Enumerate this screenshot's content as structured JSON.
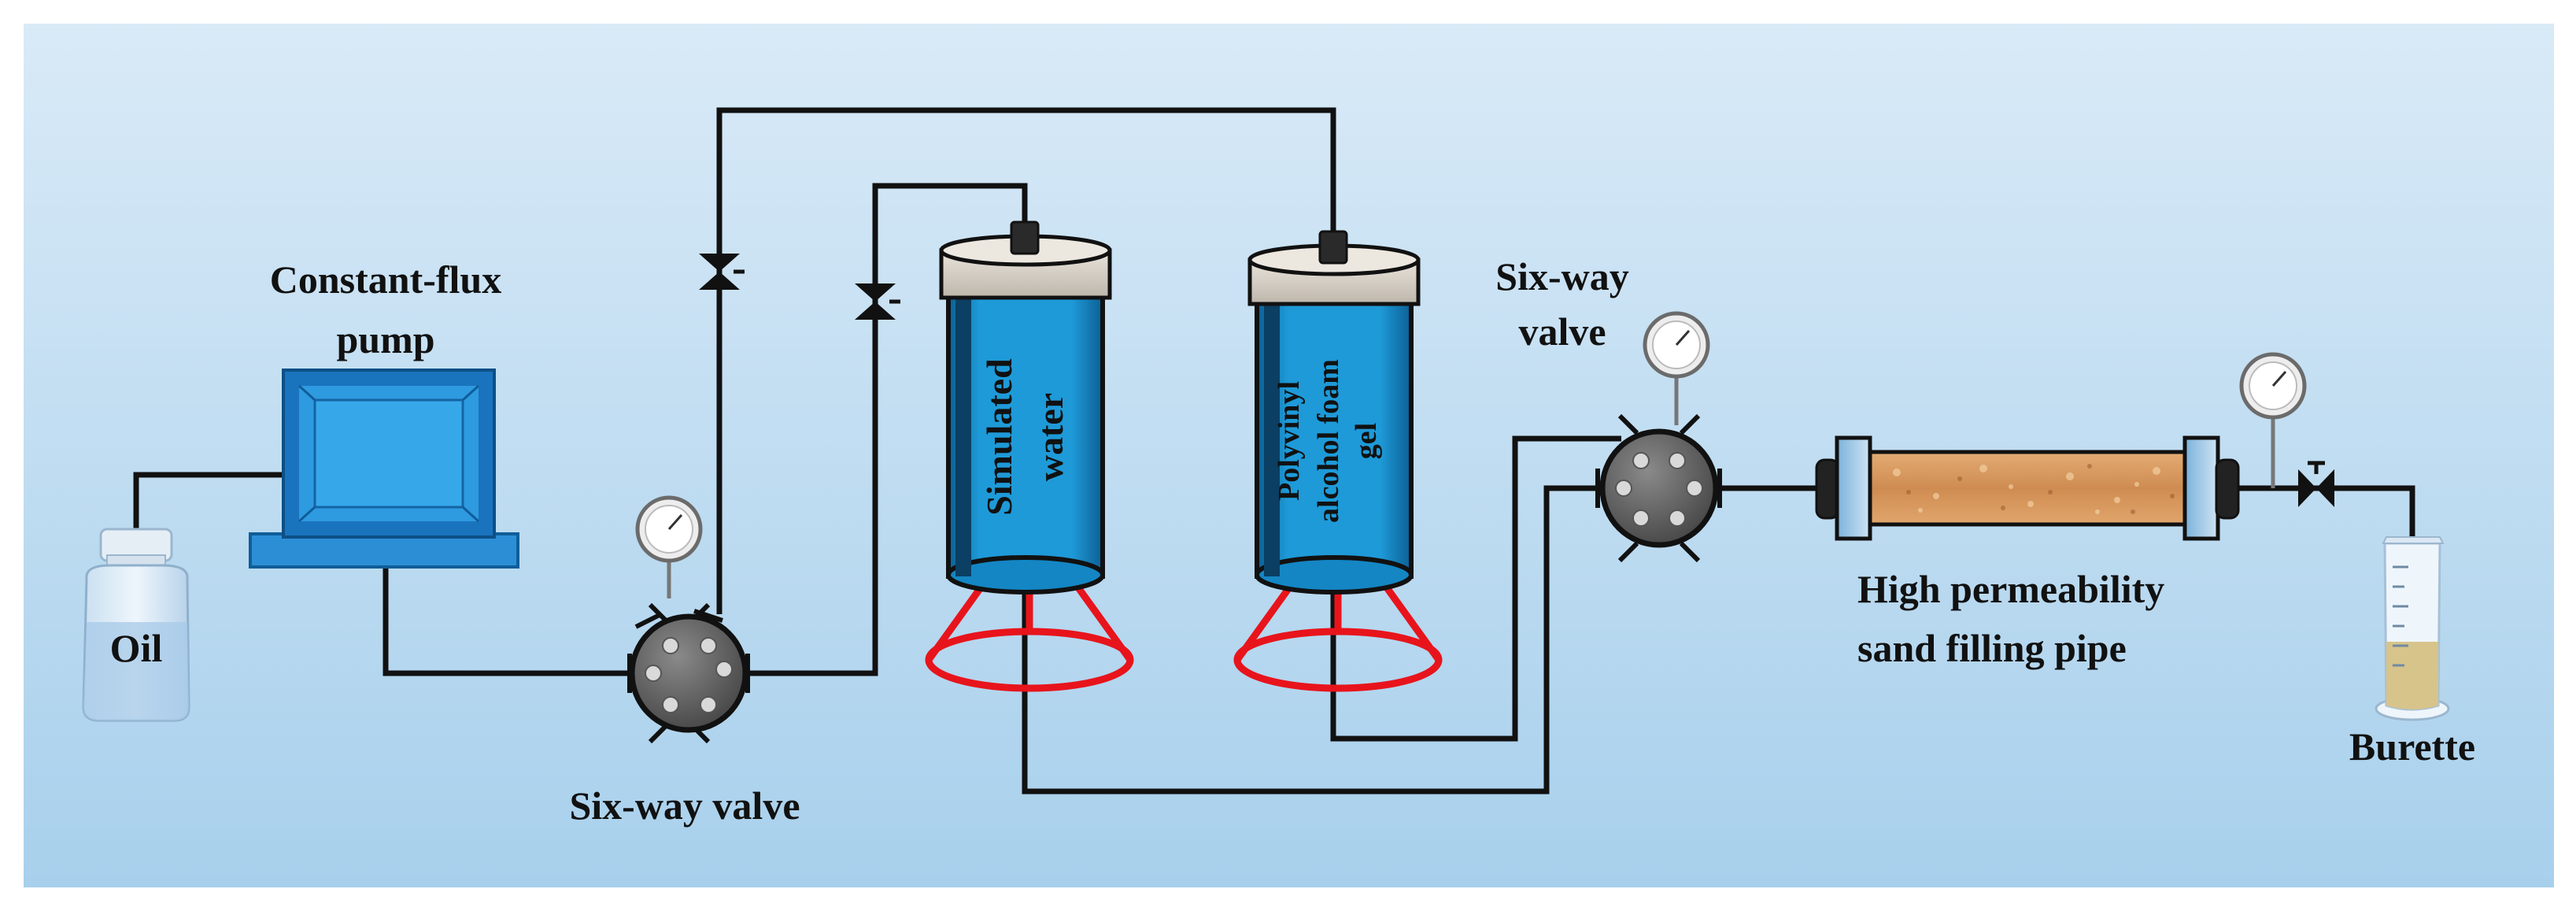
{
  "labels": {
    "oil": "Oil",
    "pump_line1": "Constant-flux",
    "pump_line2": "pump",
    "six_way_valve_left": "Six-way valve",
    "six_way_valve_right_line1": "Six-way",
    "six_way_valve_right_line2": "valve",
    "simulated_water_line1": "Simulated",
    "simulated_water_line2": "water",
    "gel_line1": "Polyvinyl",
    "gel_line2": "alcohol foam",
    "gel_line3": "gel",
    "sand_pipe_line1": "High permeability",
    "sand_pipe_line2": "sand filling pipe",
    "burette": "Burette"
  },
  "colors": {
    "background_top": "#d6e8f6",
    "background_bottom": "#a9d1ec",
    "pipe": "#111111",
    "container_blue": "#1f9ad6",
    "pump_blue": "#1c86cf",
    "stand_red": "#e8141c",
    "valve_gray": "#5f5f5f",
    "sand": "#d89a5e",
    "burette_liquid": "#d7c48a"
  },
  "icons": [
    "oil-bottle-icon",
    "pump-icon",
    "gauge-icon",
    "needle-valve-icon",
    "six-way-valve-icon",
    "container-icon",
    "sand-pipe-icon",
    "burette-icon"
  ]
}
